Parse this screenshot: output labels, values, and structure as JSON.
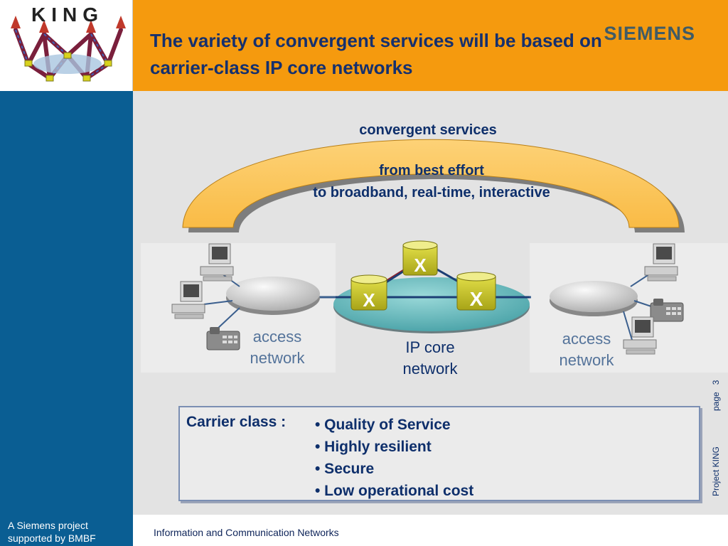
{
  "logo": {
    "text": "KING"
  },
  "header": {
    "title": "The variety of convergent services will be based on carrier-class IP core networks",
    "brand": "SIEMENS"
  },
  "diagram": {
    "arch_title": "convergent services",
    "arch_line1": "from best effort",
    "arch_line2": "to broadband, real-time, interactive",
    "access_left": [
      "access",
      "network"
    ],
    "core": [
      "IP core",
      "network"
    ],
    "access_right": [
      "access",
      "network"
    ]
  },
  "carrier": {
    "label": "Carrier class :",
    "items": [
      "• Quality of Service",
      "• Highly resilient",
      "• Secure",
      "• Low operational cost"
    ]
  },
  "side": {
    "page_label": "page",
    "page_number": "3",
    "project": "Project KING"
  },
  "sidebar": {
    "line1": "A Siemens project",
    "line2": "supported by BMBF"
  },
  "footer": {
    "text": "Information and Communication Networks"
  },
  "colors": {
    "header": "#f59a0e",
    "sidebar": "#0a5e93",
    "title": "#15306e",
    "arch": "#fdc864",
    "core": "#4fb3b3"
  }
}
